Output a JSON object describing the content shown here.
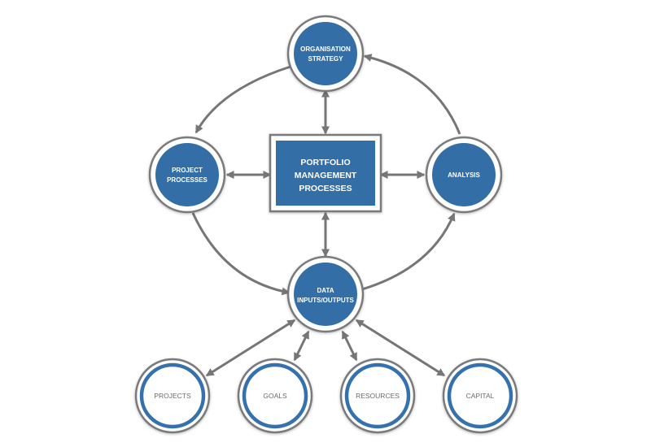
{
  "colors": {
    "node_fill": "#336ea6",
    "ring_stroke": "#7a7a7a",
    "connector": "#767676",
    "input_ring": "#3572ad",
    "input_text": "#6a6a6a"
  },
  "center_box": {
    "line1": "PORTFOLIO",
    "line2": "MANAGEMENT",
    "line3": "PROCESSES"
  },
  "nodes": {
    "organisation_strategy": {
      "line1": "ORGANISATION",
      "line2": "STRATEGY"
    },
    "project_processes": {
      "line1": "PROJECT",
      "line2": "PROCESSES"
    },
    "analysis": {
      "line1": "ANALYSIS"
    },
    "data_io": {
      "line1": "DATA",
      "line2": "INPUTS/OUTPUTS"
    }
  },
  "inputs": {
    "projects": "PROJECTS",
    "goals": "GOALS",
    "resources": "RESOURCES",
    "capital": "CAPITAL"
  },
  "connector_icons": {
    "arrow_head": "triangle-arrow"
  }
}
